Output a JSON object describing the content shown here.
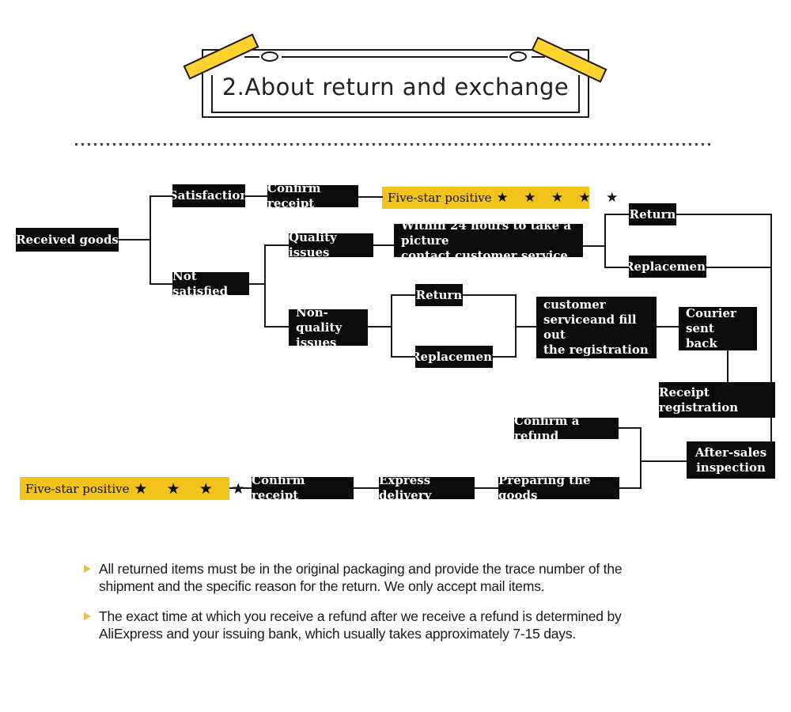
{
  "banner": {
    "title": "2.About return and exchange"
  },
  "flow": {
    "received_goods": "Received goods",
    "satisfaction": "Satisfaction",
    "confirm_receipt_top": "Confirm receipt",
    "five_star_top": {
      "label": "Five-star positive",
      "stars": "★ ★ ★ ★ ★"
    },
    "quality_issues": "Quality issues",
    "not_satisfied": "Not satisfied",
    "within_24": "Within 24 hours to take a picture\ncontact customer service",
    "return_quality": "Return",
    "replacement_quality": "Replacement",
    "non_quality": "Non-quality\nissues",
    "return_nonquality": "Return",
    "replacement_nonquality": "Replacement",
    "contact_customer": "Contact customer\nserviceand fill out\nthe registration card",
    "courier_sent_back": "Courier sent\nback",
    "receipt_registration": "Receipt registration",
    "confirm_refund": "Confirm a refund",
    "after_sales": "After-sales\ninspection",
    "preparing_goods": "Preparing the goods",
    "express_delivery": "Express delivery",
    "confirm_receipt_bottom": "Confirm receipt",
    "five_star_bottom": {
      "label": "Five-star positive",
      "stars": "★ ★ ★ ★ ★"
    }
  },
  "notes": [
    "All returned items must be in the original packaging and provide the trace number of the\nshipment and the specific reason for the return. We only accept mail items.",
    "The exact time at which you receive a refund after we receive a refund is determined by\nAliExpress and your issuing bank, which usually takes approximately 7-15 days."
  ],
  "icons": {
    "bullet": "triangle-right",
    "star": "★"
  },
  "colors": {
    "box_black": "#0b0b0b",
    "box_yellow": "#F2C31B",
    "tape_yellow": "#FFD22E",
    "bullet_gold": "#E9BC4C",
    "line": "#1a1a1a"
  }
}
